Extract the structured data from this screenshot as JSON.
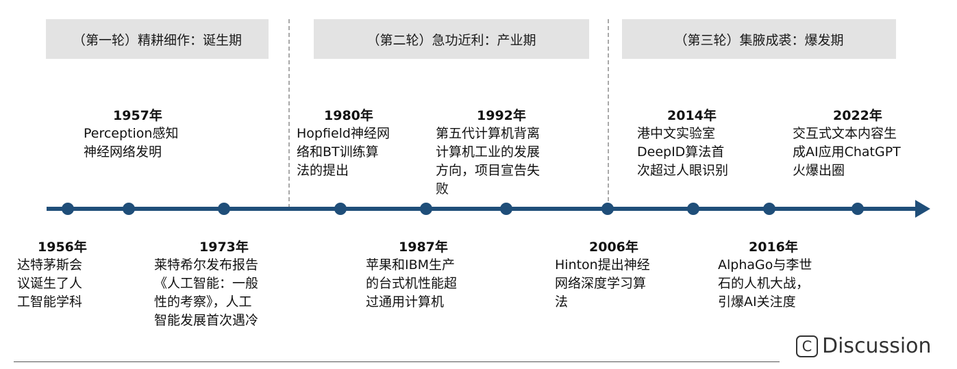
{
  "phases": [
    {
      "label": "（第一轮）精耕细作：诞生期"
    },
    {
      "label": "（第二轮）急功近利：产业期"
    },
    {
      "label": "（第三轮）集腋成裘：爆发期"
    }
  ],
  "events_above": [
    {
      "year": "1957年",
      "text": "Perception感知\n神经网络发明"
    },
    {
      "year": "1980年",
      "text": "Hopfield神经网\n络和BT训练算\n法的提出"
    },
    {
      "year": "1992年",
      "text": "第五代计算机背离\n计算机工业的发展\n方向，项目宣告失\n败"
    },
    {
      "year": "2014年",
      "text": "港中文实验室\nDeepID算法首\n次超过人眼识别"
    },
    {
      "year": "2022年",
      "text": "交互式文本内容生\n成AI应用ChatGPT\n火爆出圈"
    }
  ],
  "events_below": [
    {
      "year": "1956年",
      "text": "达特茅斯会\n议诞生了人\n工智能学科"
    },
    {
      "year": "1973年",
      "text": "莱特希尔发布报告\n《人工智能：一般\n性的考察》，人工\n智能发展首次遇冷"
    },
    {
      "year": "1987年",
      "text": "苹果和IBM生产\n的台式机性能超\n过通用计算机"
    },
    {
      "year": "2006年",
      "text": "Hinton提出神经\n网络深度学习算\n法"
    },
    {
      "year": "2016年",
      "text": "AlphaGo与李世\n石的人机大战，\n引爆AI关注度"
    }
  ],
  "brand": {
    "icon_letter": "C",
    "name": "Discussion"
  },
  "colors": {
    "axis": "#1f4e79",
    "phase_bg": "#e3e3e3",
    "divider": "#a9a9a9"
  }
}
